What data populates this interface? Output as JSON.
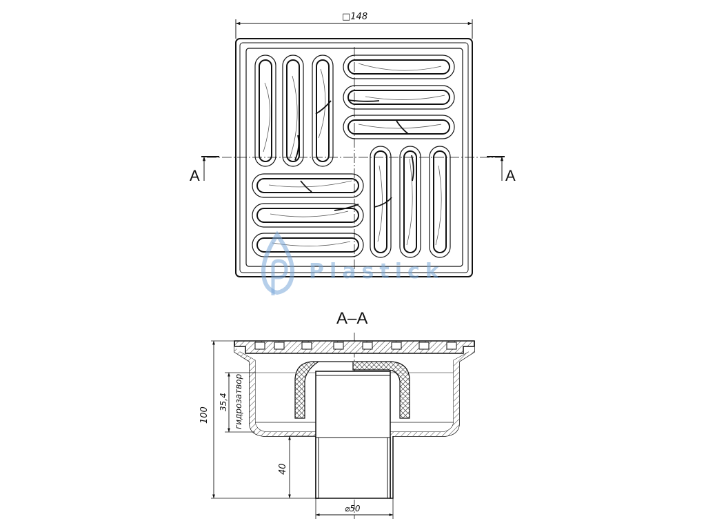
{
  "top_view": {
    "width_dim": "□148",
    "section_label_left": "A",
    "section_label_right": "A"
  },
  "section_view": {
    "title": "A–A",
    "dim_total_height": "100",
    "dim_seal_height": "35,4",
    "dim_seal_label": "гидрозатвор",
    "dim_pipe_height": "40",
    "dim_pipe_diameter": "⌀50"
  },
  "watermark": {
    "text": "Plastick",
    "color": "#7aa8d8"
  }
}
